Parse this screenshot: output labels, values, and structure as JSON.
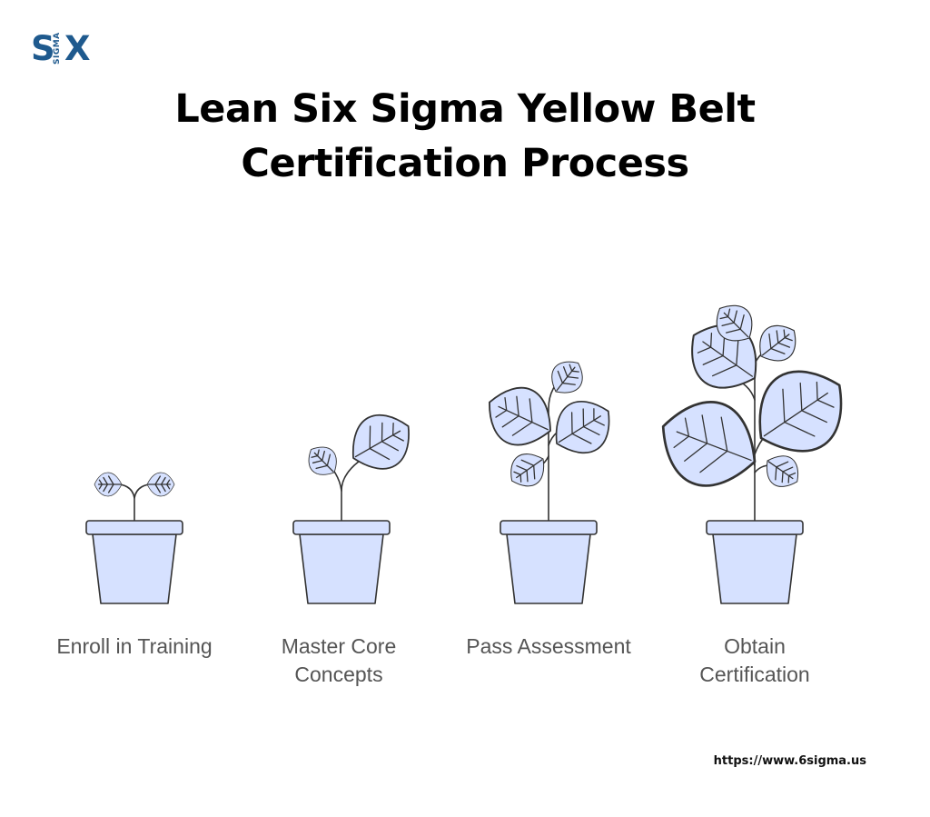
{
  "brand": {
    "logo_left": "S",
    "logo_middle": "SIGMA",
    "logo_right": "X",
    "color": "#1f5a8e"
  },
  "title": "Lean Six Sigma Yellow Belt Certification Process",
  "steps": [
    {
      "label": "Enroll in Training",
      "icon": "seedling-pot-icon"
    },
    {
      "label": "Master Core Concepts",
      "icon": "sprout-pot-icon"
    },
    {
      "label": "Pass Assessment",
      "icon": "young-plant-pot-icon"
    },
    {
      "label": "Obtain Certification",
      "icon": "grown-plant-pot-icon"
    }
  ],
  "colors": {
    "fill": "#d6e1ff",
    "stroke": "#333333"
  },
  "footer": {
    "url": "https://www.6sigma.us"
  }
}
